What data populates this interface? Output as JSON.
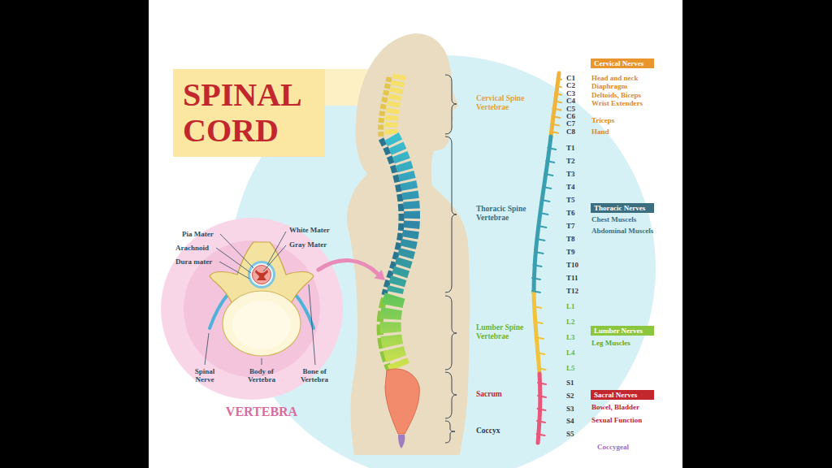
{
  "diagram": {
    "title": "SPINAL CORD",
    "nodes": [
      {
        "text": [
          "Cervical Nerves"
        ]
      },
      {
        "text": [
          "Thoracic Nerves"
        ]
      },
      {
        "text": [
          "Lumber Nerves"
        ]
      },
      {
        "text": [
          "Sacral Nerves"
        ]
      }
    ],
    "labels": [
      "Pia Mater",
      "Arachnoid",
      "Dura mater",
      "White Mater",
      "Gray Mater",
      "Spinal Nerve",
      "Body of Vertebra",
      "Bone of Vertebra",
      "VERTEBRA",
      "Cervical Spine Vertebrae",
      "Thoracic Spine Vertebrae",
      "Lumber Spine Vertebrae",
      "Sacrum",
      "Coccyx",
      "C1",
      "C2",
      "C3",
      "C4",
      "C5",
      "C6",
      "C7",
      "C8",
      "T1",
      "T2",
      "T3",
      "T4",
      "T5",
      "T6",
      "T7",
      "T8",
      "T9",
      "T10",
      "T11",
      "T12",
      "L1",
      "L2",
      "L3",
      "L4",
      "L5",
      "S1",
      "S2",
      "S3",
      "S4",
      "S5",
      "Coccygeal",
      "Head and neck",
      "Diaphragm",
      "Deltoids, Biceps",
      "Wrist Extenders",
      "Triceps",
      "Hand",
      "Chest Muscels",
      "Abdominal Muscels",
      "Leg Muscles",
      "Bowel, Bladder",
      "Sexual Function"
    ]
  }
}
